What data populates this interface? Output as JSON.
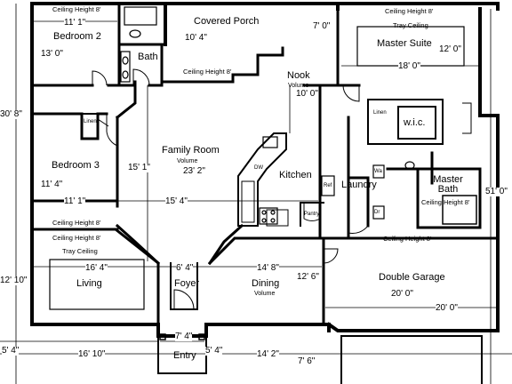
{
  "rooms": {
    "covered_porch": "Covered Porch",
    "master_suite": "Master Suite",
    "bedroom2": "Bedroom 2",
    "bath": "Bath",
    "nook": "Nook",
    "nook_volume": "Volume",
    "family_room": "Family Room",
    "family_volume": "Volume",
    "kitchen": "Kitchen",
    "laundry": "Laundry",
    "wic": "w.i.c.",
    "linen_left": "Linen",
    "linen_right": "Linen",
    "master_bath": "Master Bath",
    "bedroom3": "Bedroom 3",
    "living": "Living",
    "foyer": "Foyer",
    "dining": "Dining",
    "dining_volume": "Volume",
    "double_garage": "Double Garage",
    "entry": "Entry",
    "pantry": "Pantry",
    "ref": "Ref",
    "wash": "Wa",
    "dryer": "Dr",
    "dw": "DW"
  },
  "ceilings": {
    "bedroom2": "Ceiling Height 8'",
    "master": "Ceiling Height 8'",
    "master_tray": "Tray Ceiling",
    "hall": "Ceiling Height 8'",
    "bedroom3": "Ceiling Height 8'",
    "living": "Ceiling Height 8'",
    "living_tray": "Tray Ceiling",
    "master_bath": "Ceiling Height 8'",
    "garage": "Ceiling Height 8'"
  },
  "dimensions": {
    "bed2_w": "11' 1\"",
    "bed2_d": "13' 0\"",
    "porch_d": "10' 4\"",
    "porch_w": "7' 0\"",
    "master_d": "12' 0\"",
    "master_w": "18' 0\"",
    "nook": "10' 0\"",
    "overall_left": "30' 8\"",
    "family_d": "15' 1\"",
    "family_w": "23' 2\"",
    "bed3_d": "11' 4\"",
    "bed3_w": "11' 1\"",
    "family_bottom": "15' 4\"",
    "overall_right": "51' 0\"",
    "living_w": "16' 4\"",
    "foyer_w": "6' 4\"",
    "dining_w": "14' 8\"",
    "dining_d": "12' 6\"",
    "garage_w": "20' 0\"",
    "garage_d": "20' 0\"",
    "front_left": "12' 10\"",
    "entry_w": "7' 4\"",
    "bottom_left": "5' 4\"",
    "bottom_main": "16' 10\"",
    "entry_side": "5' 4\"",
    "bottom_right": "14' 2\"",
    "bottom_right2": "7' 6\""
  }
}
